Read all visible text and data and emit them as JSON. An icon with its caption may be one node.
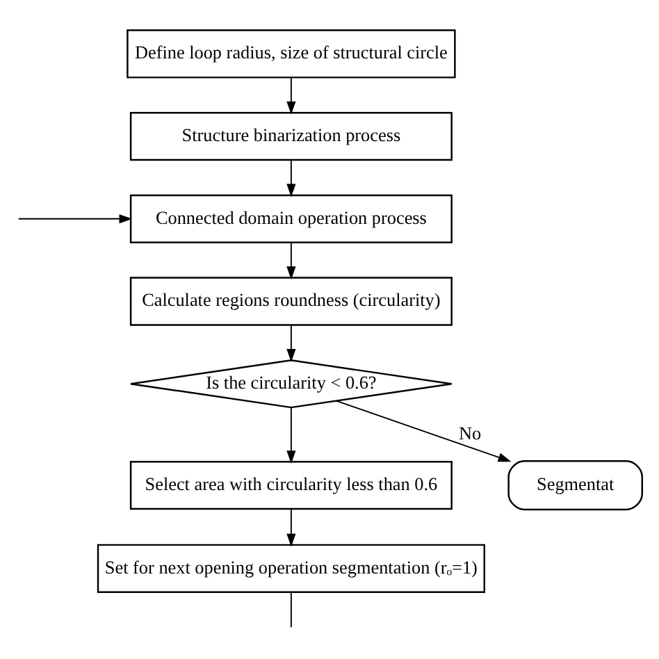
{
  "diagram": {
    "nodes": [
      {
        "text": [
          "Define loop radius, size of structural circle"
        ]
      },
      {
        "text": [
          "Structure binarization process"
        ]
      },
      {
        "text": [
          "Connected domain operation process"
        ]
      },
      {
        "text": [
          "Calculate regions roundness (circularity)"
        ]
      },
      {
        "text": [
          "Is the circularity < 0.6?"
        ]
      },
      {
        "text": [
          "Segmentat"
        ]
      },
      {
        "text": [
          "Select area with circularity less than 0.6"
        ]
      },
      {
        "text": [
          "Set for next opening operation segmentation (rₒ=1)"
        ]
      }
    ],
    "edges": [
      {
        "from": 0,
        "to": 1,
        "arrow": "to"
      },
      {
        "from": 1,
        "to": 2,
        "arrow": "to"
      },
      {
        "from": null,
        "to": 2,
        "arrow": "to"
      },
      {
        "from": 2,
        "to": 3,
        "arrow": "to"
      },
      {
        "from": 3,
        "to": 4,
        "arrow": "to"
      },
      {
        "from": 4,
        "to": 5,
        "arrow": "to",
        "label": "No"
      },
      {
        "from": 4,
        "to": 6,
        "arrow": "to"
      },
      {
        "from": 6,
        "to": 7,
        "arrow": "to"
      },
      {
        "from": 7,
        "to": null,
        "arrow": "none"
      }
    ]
  }
}
